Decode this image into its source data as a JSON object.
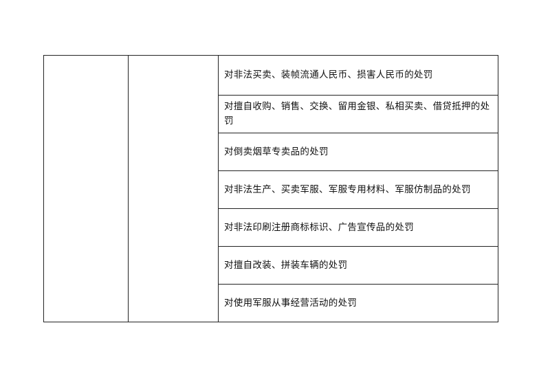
{
  "table": {
    "column_1_text": "",
    "column_2_text": "",
    "items": [
      "对非法买卖、装帧流通人民币、损害人民币的处罚",
      "对擅自收购、销售、交换、留用金银、私相买卖、借贷抵押的处罚",
      "对倒卖烟草专卖品的处罚",
      "对非法生产、买卖军服、军服专用材料、军服仿制品的处罚",
      "对非法印刷注册商标标识、广告宣传品的处罚",
      "对擅自改装、拼装车辆的处罚",
      "对使用军服从事经营活动的处罚"
    ]
  }
}
